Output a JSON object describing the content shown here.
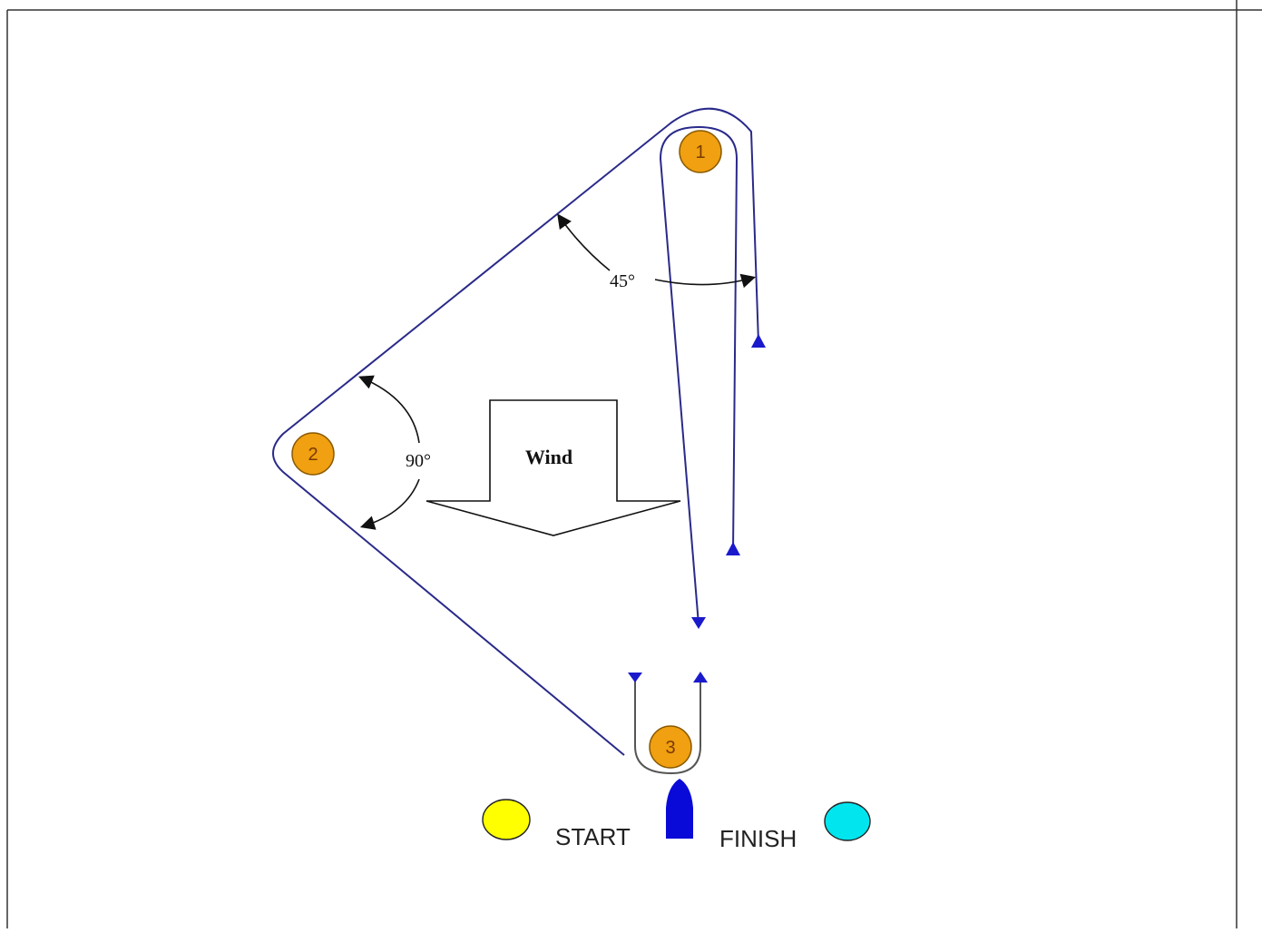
{
  "diagram": {
    "marks": [
      {
        "label": "1",
        "color": "#f0a010"
      },
      {
        "label": "2",
        "color": "#f0a010"
      },
      {
        "label": "3",
        "color": "#f0a010"
      }
    ],
    "angles": {
      "upper": "45°",
      "lower": "90°"
    },
    "wind_label": "Wind",
    "start_label": "START",
    "finish_label": "FINISH",
    "colors": {
      "course_line": "#2a2a8a",
      "arrow": "#1a1acc",
      "start_buoy": "#ffff00",
      "finish_buoy": "#00e5ee",
      "committee_boat": "#0a0ad8",
      "mark_outline": "#8a5a00"
    }
  }
}
